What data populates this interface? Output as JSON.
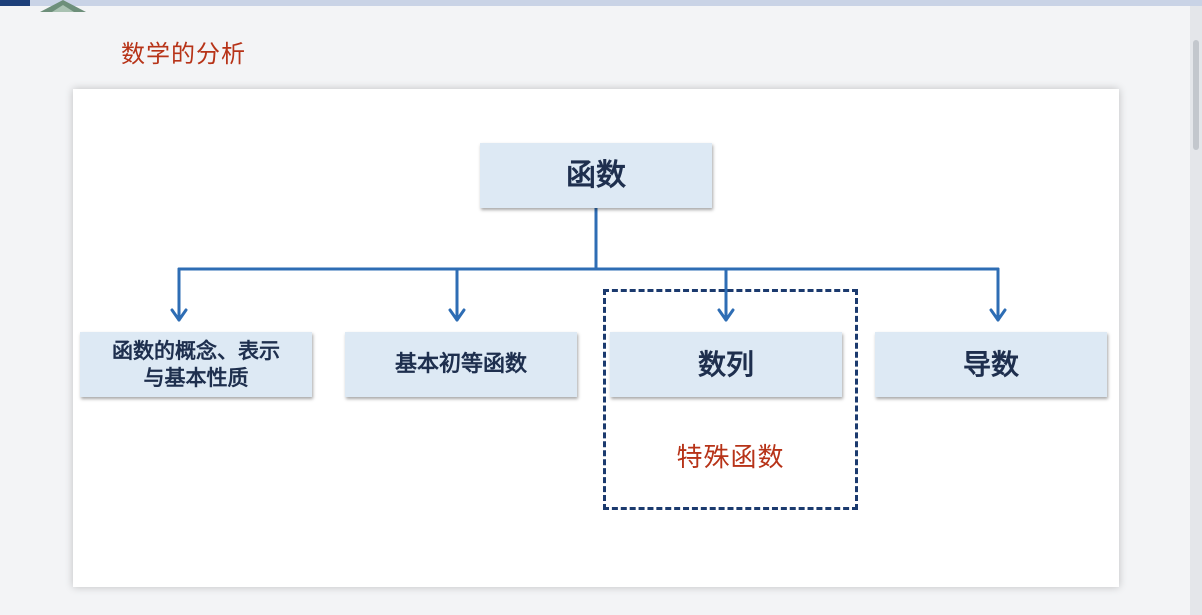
{
  "slide": {
    "title": "数学的分析"
  },
  "diagram": {
    "root": "函数",
    "children": [
      {
        "line1": "函数的概念、表示",
        "line2": "与基本性质"
      },
      {
        "label": "基本初等函数"
      },
      {
        "label": "数列"
      },
      {
        "label": "导数"
      }
    ],
    "group_label": "特殊函数"
  },
  "colors": {
    "node_fill": "#dde9f4",
    "connector": "#2e6db4",
    "title_red": "#b73318",
    "dashed_border": "#1b3a6e"
  }
}
